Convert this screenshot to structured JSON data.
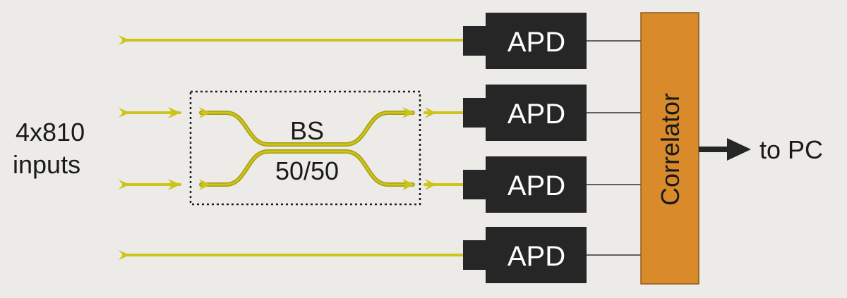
{
  "input_label_line1": "4x810",
  "input_label_line2": "inputs",
  "beam_splitter": {
    "label": "BS",
    "ratio": "50/50"
  },
  "detectors": [
    {
      "label": "APD"
    },
    {
      "label": "APD"
    },
    {
      "label": "APD"
    },
    {
      "label": "APD"
    }
  ],
  "correlator_label": "Correlator",
  "output_label": "to PC",
  "colors": {
    "background": "#edebe8",
    "fiber": "#ccc41a",
    "fiber_outline": "#a59d10",
    "detector": "#262626",
    "correlator": "#d98a2b",
    "correlator_border": "#8a5a1a",
    "wire": "#333333",
    "arrow": "#262626"
  }
}
